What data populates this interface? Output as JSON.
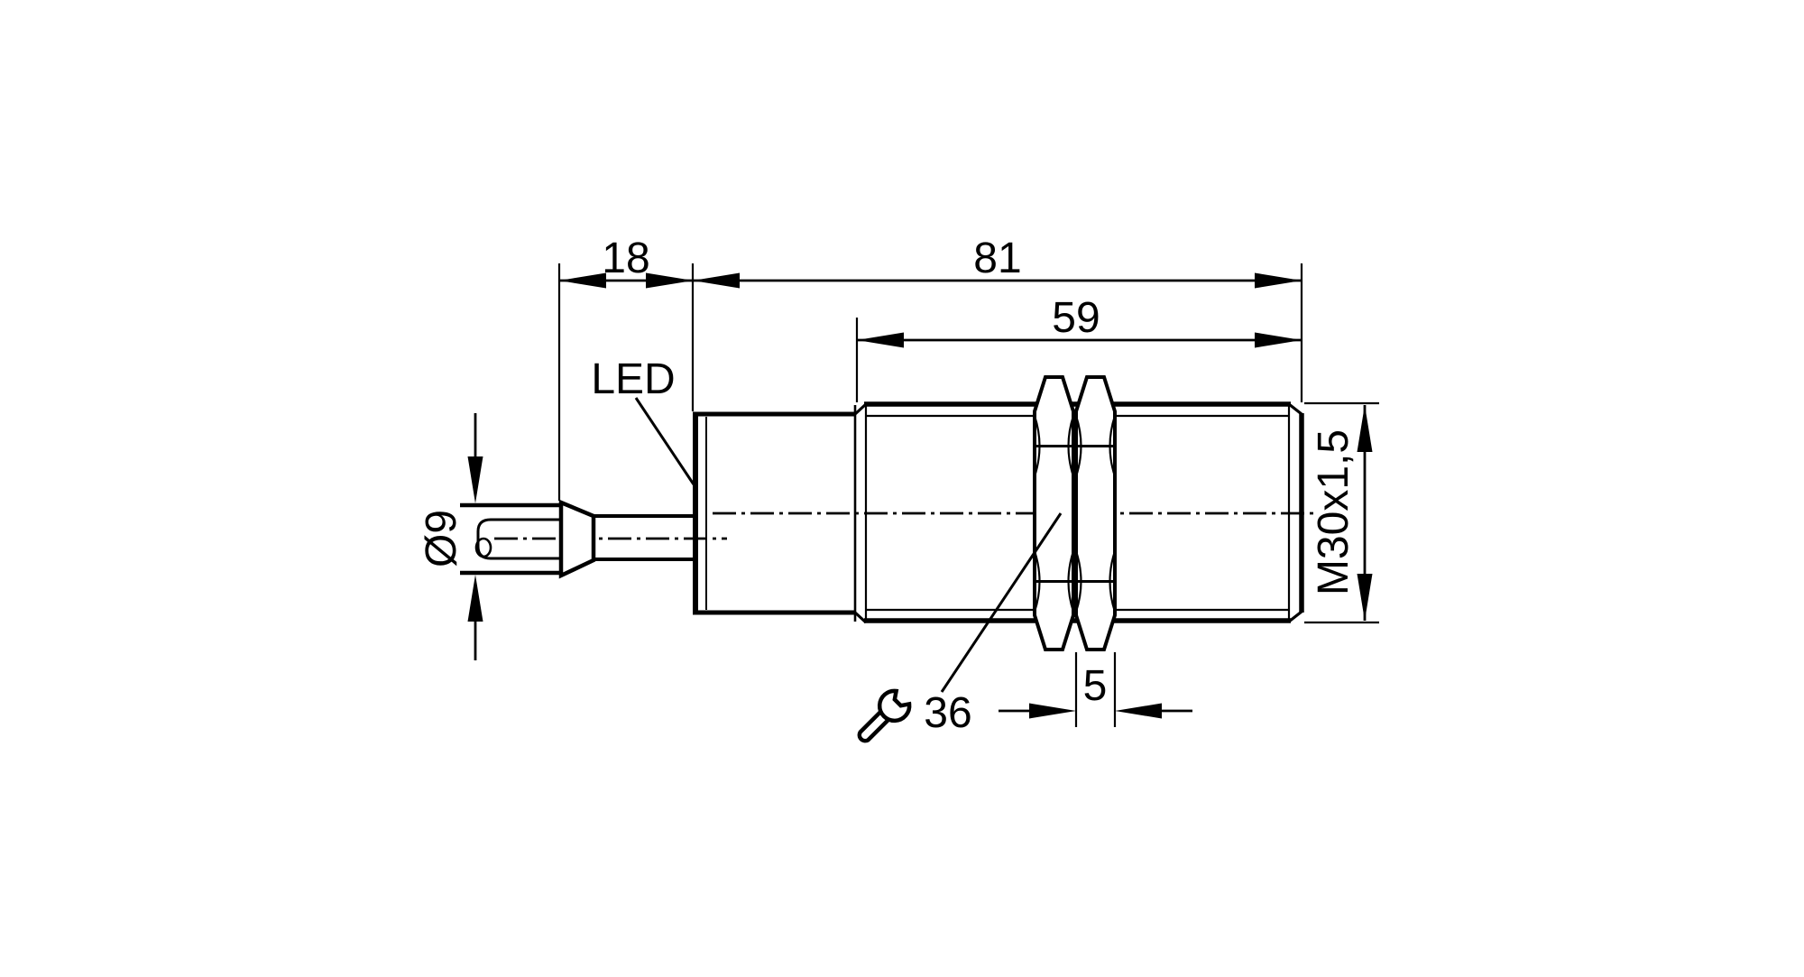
{
  "page": {
    "background": "#ffffff",
    "line_color": "#000000",
    "kind": "technical dimension drawing of cylindrical threaded sensor with cable"
  },
  "labels": {
    "led": "LED",
    "gland_length": "18",
    "body_length": "81",
    "thread_length": "59",
    "nut_width": "5",
    "wrench_size": "36",
    "cable_diameter": "Ø9",
    "thread_designation": "M30x1,5"
  },
  "icons": {
    "wrench": "open-end wrench (spanner size indicator)"
  }
}
